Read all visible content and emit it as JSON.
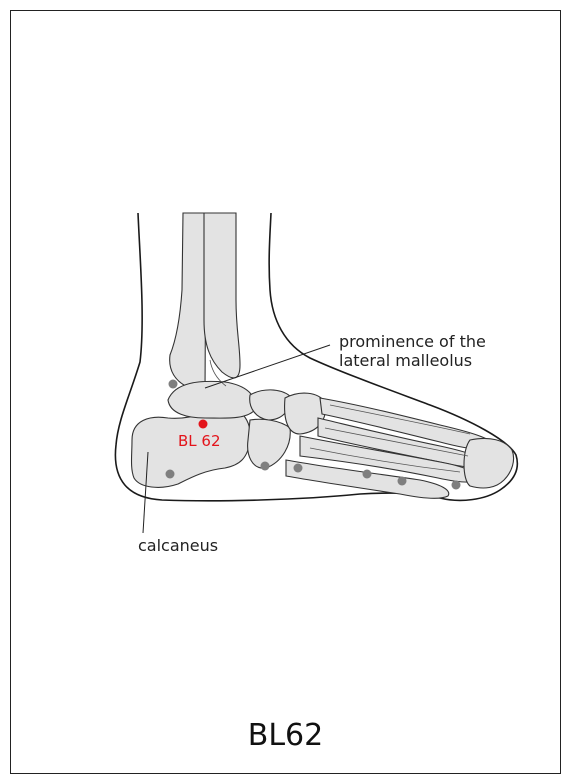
{
  "diagram": {
    "title": "BL62",
    "point_label": "BL 62",
    "labels": {
      "malleolus_line1": "prominence of the",
      "malleolus_line2": "lateral malleolus",
      "calcaneus": "calcaneus"
    },
    "colors": {
      "bone_fill": "#e3e3e3",
      "outline": "#1a1a1a",
      "landmark_dot": "#7f7f7f",
      "acupoint": "#e3141b"
    }
  }
}
